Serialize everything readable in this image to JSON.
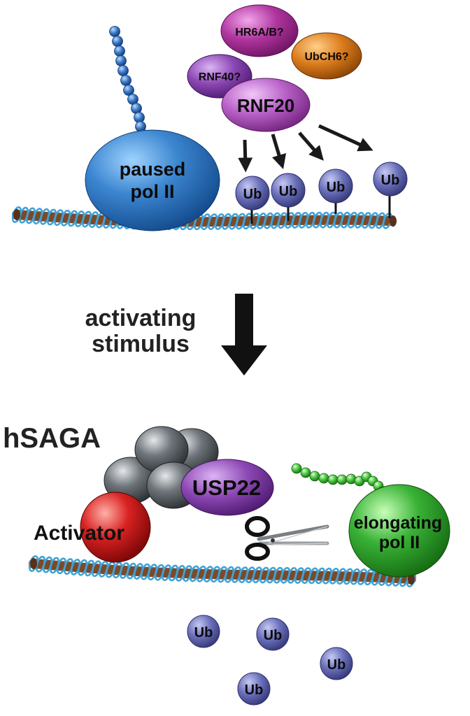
{
  "top_panel": {
    "pol2_label_line1": "paused",
    "pol2_label_line2": "pol II",
    "enzymes": {
      "hr6": "HR6A/B?",
      "ubch6": "UbCH6?",
      "rnf40": "RNF40?",
      "rnf20": "RNF20"
    },
    "ub_tags": [
      "Ub",
      "Ub",
      "Ub",
      "Ub"
    ]
  },
  "transition": {
    "line1": "activating",
    "line2": "stimulus"
  },
  "bottom_panel": {
    "complex_label": "hSAGA",
    "dub_label": "USP22",
    "activator_label": "Activator",
    "pol2_label_line1": "elongating",
    "pol2_label_line2": "pol II",
    "released_ub": [
      "Ub",
      "Ub",
      "Ub",
      "Ub"
    ]
  },
  "colors": {
    "pol2_paused": "#2f78c4",
    "pol2_elongating": "#2fa52f",
    "hr6": "#a8309e",
    "ubch6": "#d87a1c",
    "rnf40": "#8a45b0",
    "rnf20": "#b55cc4",
    "usp22": "#8a45b0",
    "activator": "#d42020",
    "saga_subunits": "#6d7278",
    "ub": "#6a6fb8",
    "dna_blue": "#3fa3d8",
    "dna_brown": "#7a4a2a",
    "arrow": "#1a1a1a"
  },
  "icons": [
    "scissors-icon",
    "down-arrow-icon"
  ]
}
